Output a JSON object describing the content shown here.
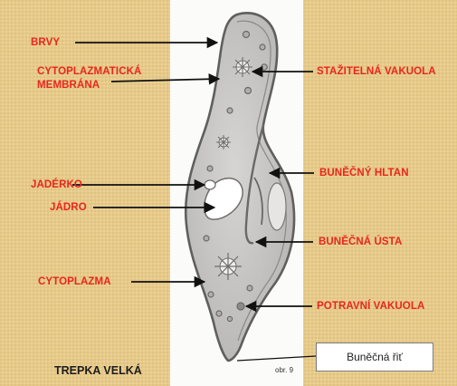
{
  "labels": {
    "brvy": "BRVY",
    "membrane_line1": "CYTOPLAZMATICKÁ",
    "membrane_line2": "MEMBRÁNA",
    "jaderko": "JADÉRKO",
    "jadro": "JÁDRO",
    "cytoplazma": "CYTOPLAZMA",
    "vakuola_stazitelna": "STAŽITELNÁ VAKUOLA",
    "hltan": "BUNĚČNÝ HLTAN",
    "usta": "BUNĚČNÁ ÚSTA",
    "vakuola_potravni": "POTRAVNÍ VAKUOLA"
  },
  "title": "TREPKA VELKÁ",
  "figure_number": "obr. 9",
  "answer_box": "Buněčná řiť",
  "colors": {
    "label_red": "#e8261e",
    "background_tan": "#e6ca8a",
    "panel_white": "#fbfbf9",
    "cell_fill": "#c9c8c6",
    "cell_outline": "#5f5f5f",
    "arrow": "#111111"
  }
}
